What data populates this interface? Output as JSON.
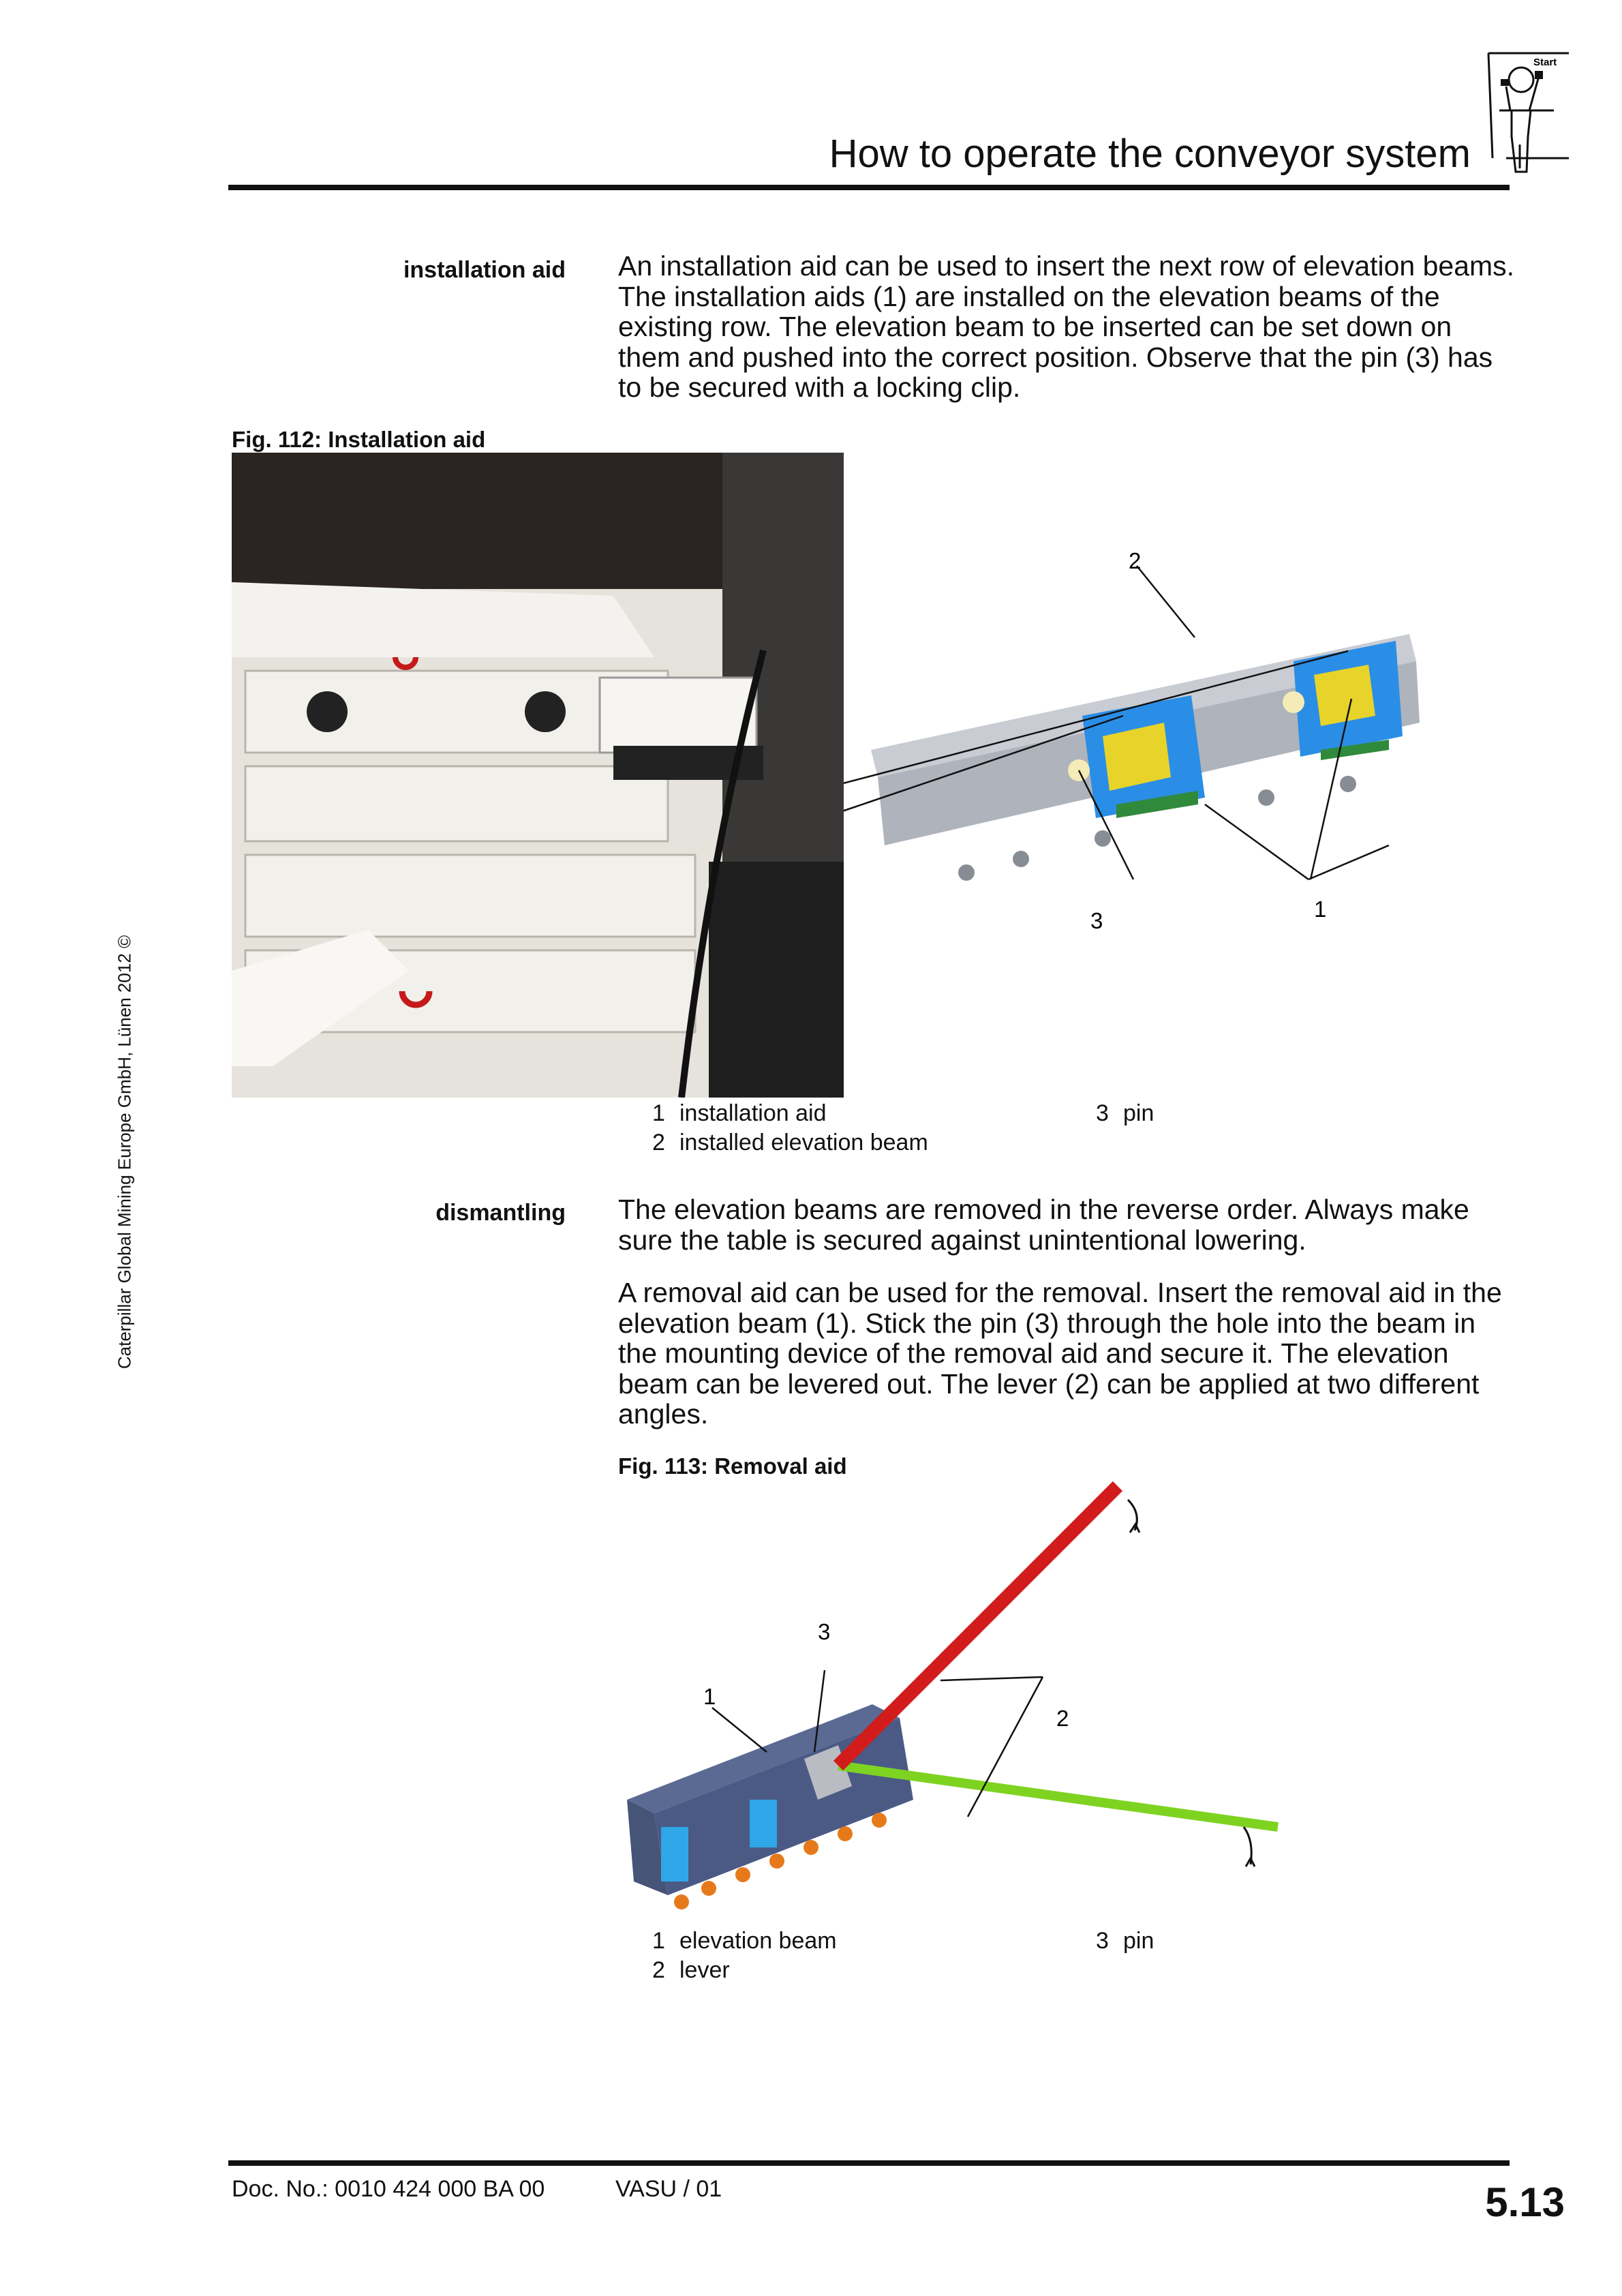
{
  "header": {
    "title": "How to operate the conveyor system",
    "icon_label": "Start"
  },
  "side_note": "Caterpillar Global Mining Europe GmbH, Lünen 2012 ©",
  "sections": [
    {
      "label": "installation aid",
      "paragraphs": [
        "An installation aid can be used to insert the next row of elevation beams. The installation aids (1) are installed on the elevation beams of the existing row. The elevation beam to be inserted can be set down on them and pushed into the correct position. Observe that the pin (3) has to be secured with a locking clip."
      ]
    },
    {
      "label": "dismantling",
      "paragraphs": [
        "The elevation beams are removed in the reverse order. Always make sure the table is secured against unintentional lowering.",
        "A removal aid can be used for the removal. Insert the removal aid in the elevation beam (1). Stick the pin (3) through the hole into the beam in the mounting device of the removal aid and secure it. The elevation beam can be levered out. The lever (2) can be applied at two different angles."
      ]
    }
  ],
  "fig112": {
    "caption": "Fig. 112:  Installation aid",
    "callouts": [
      "1",
      "2",
      "3"
    ],
    "legend": [
      {
        "n": "1",
        "text": "installation aid"
      },
      {
        "n": "2",
        "text": "installed elevation beam"
      },
      {
        "n": "3",
        "text": "pin"
      }
    ]
  },
  "fig113": {
    "caption": "Fig. 113:  Removal aid",
    "callouts": [
      "1",
      "2",
      "3"
    ],
    "legend": [
      {
        "n": "1",
        "text": "elevation beam"
      },
      {
        "n": "2",
        "text": "lever"
      },
      {
        "n": "3",
        "text": "pin"
      }
    ]
  },
  "footer": {
    "doc_no": "Doc. No.: 0010 424 000 BA 00",
    "version": "VASU / 01",
    "page": "5.13"
  }
}
